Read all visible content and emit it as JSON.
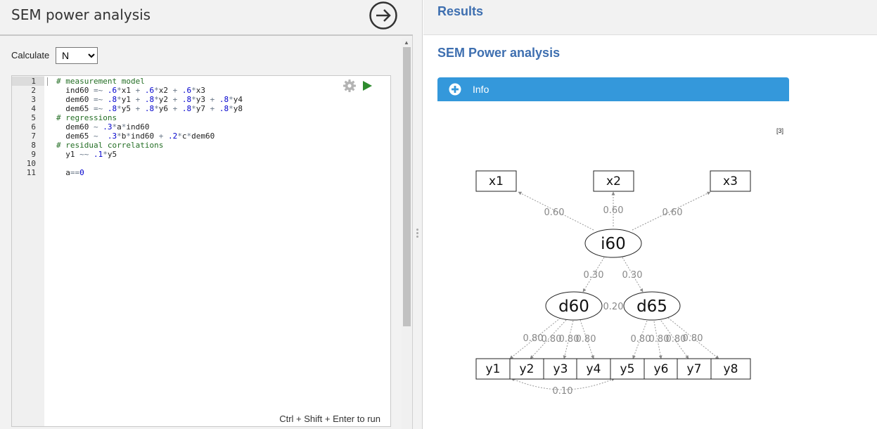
{
  "left_panel": {
    "title": "SEM power analysis",
    "calculate_label": "Calculate",
    "calculate_options": [
      "N"
    ],
    "calculate_selected": "N",
    "editor": {
      "line_numbers": [
        "1",
        "2",
        "3",
        "4",
        "5",
        "6",
        "7",
        "8",
        "9",
        "10",
        "11"
      ],
      "hint": "Ctrl + Shift + Enter to run"
    }
  },
  "right_panel": {
    "results_title": "Results",
    "section_title": "SEM Power analysis",
    "info_label": "Info",
    "footnote": "[3]"
  },
  "diagram": {
    "nodes": {
      "x1": "x1",
      "x2": "x2",
      "x3": "x3",
      "i60": "i60",
      "d60": "d60",
      "d65": "d65",
      "y1": "y1",
      "y2": "y2",
      "y3": "y3",
      "y4": "y4",
      "y5": "y5",
      "y6": "y6",
      "y7": "y7",
      "y8": "y8"
    },
    "edge_labels": {
      "i60_x1": "0.60",
      "i60_x2": "0.60",
      "i60_x3": "0.60",
      "i60_d60": "0.30",
      "i60_d65": "0.30",
      "d60_d65": "0.20",
      "d60_y1": "0.80",
      "d60_y2": "0.80",
      "d60_y3": "0.80",
      "d60_y4": "0.80",
      "d65_y5": "0.80",
      "d65_y6": "0.80",
      "d65_y7": "0.80",
      "d65_y8": "0.80",
      "y1_y5": "0.10"
    }
  },
  "colors": {
    "heading_blue": "#3e6fb0",
    "info_bar": "#3498db",
    "comment_green": "#236e24",
    "number_blue": "#0000cd",
    "run_green": "#2e8b2e"
  }
}
